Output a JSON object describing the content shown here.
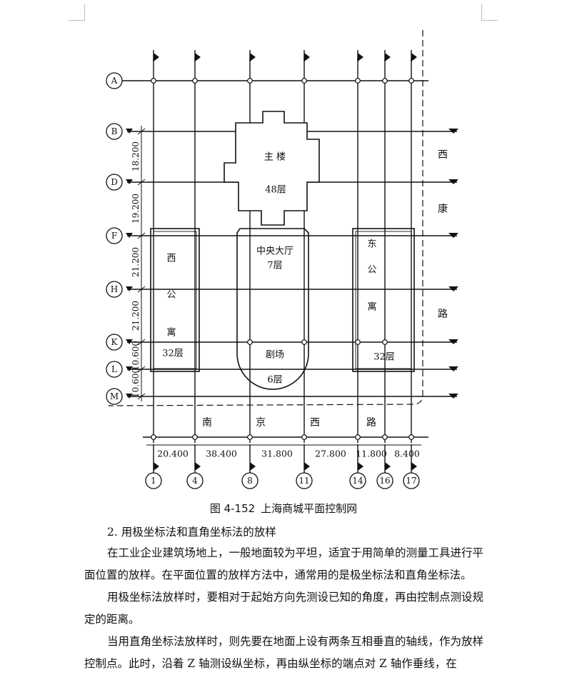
{
  "figure": {
    "caption_number": "图 4-152",
    "caption_title": "上海商城平面控制网",
    "row_labels": [
      "A",
      "B",
      "D",
      "F",
      "H",
      "K",
      "L",
      "M"
    ],
    "col_labels": [
      "1",
      "4",
      "8",
      "11",
      "14",
      "16",
      "17"
    ],
    "row_spacings": [
      "18.200",
      "19.200",
      "21.200",
      "21.200",
      "10.600",
      "10.600"
    ],
    "col_spacings": [
      "20.400",
      "38.400",
      "31.800",
      "27.800",
      "11.800",
      "8.400"
    ],
    "main_tower": {
      "name": "主 楼",
      "floors": "48层"
    },
    "central_hall": {
      "name": "中央大厅",
      "floors": "7层"
    },
    "theatre": {
      "name": "剧场",
      "floors": "6层"
    },
    "west_apartment": {
      "chars": [
        "西",
        "公",
        "寓"
      ],
      "floors": "32层"
    },
    "east_apartment": {
      "chars": [
        "东",
        "公",
        "寓"
      ],
      "floors": "32层"
    },
    "road_east": [
      "西",
      "康",
      "路"
    ],
    "road_south": [
      "南",
      "京",
      "西",
      "路"
    ]
  },
  "text": {
    "heading": "2. 用极坐标法和直角坐标法的放样",
    "paragraphs": [
      "在工业企业建筑场地上，一般地面较为平坦，适宜于用简单的测量工具进行平面位置的放样。在平面位置的放样方法中，通常用的是极坐标法和直角坐标法。",
      "用极坐标法放样时，要相对于起始方向先测设已知的角度，再由控制点测设规定的距离。",
      "当用直角坐标法放样时，则先要在地面上设有两条互相垂直的轴线，作为放样控制点。此时，沿着 Z 轴测设纵坐标，再由纵坐标的端点对 Z 轴作垂线，在"
    ]
  }
}
